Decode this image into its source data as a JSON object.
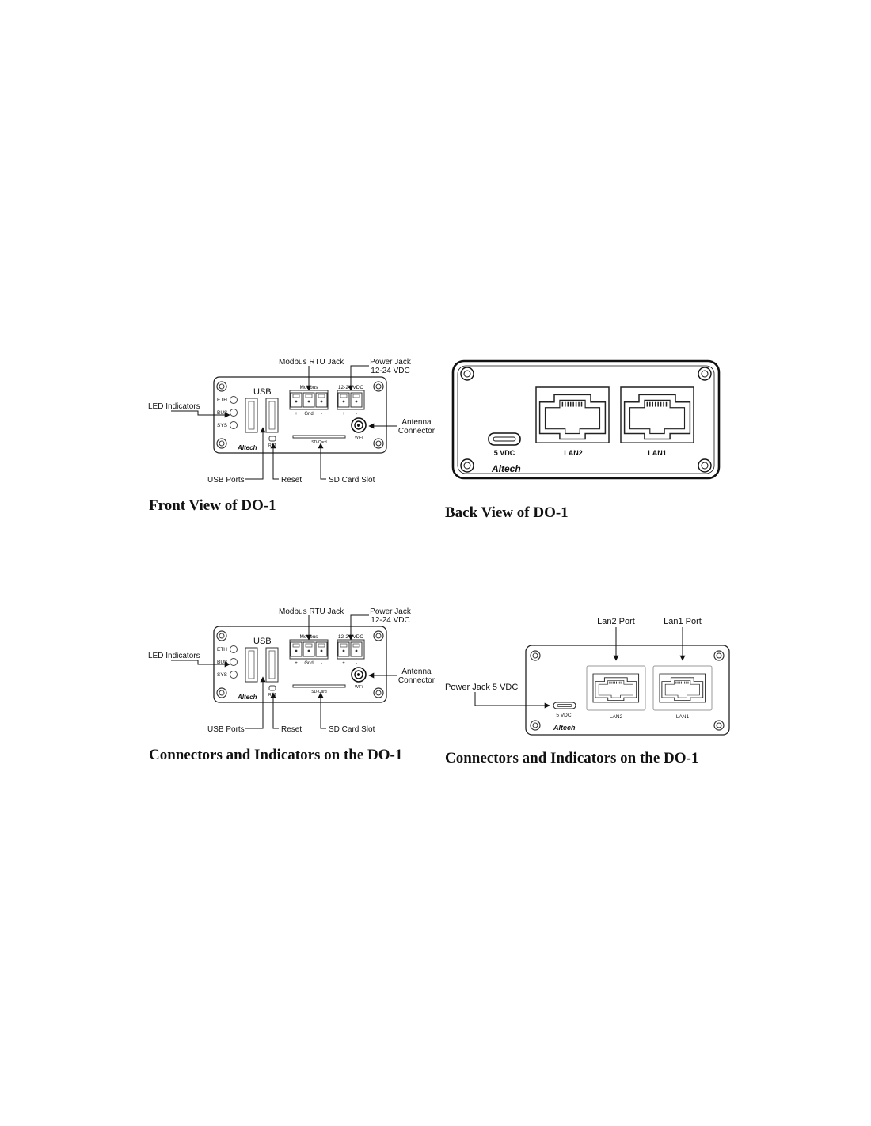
{
  "front_view": {
    "callouts": {
      "modbus_rtu_jack": "Modbus RTU Jack",
      "power_jack_line1": "Power Jack",
      "power_jack_line2": "12-24 VDC",
      "led_indicators": "LED Indicators",
      "antenna_line1": "Antenna",
      "antenna_line2": "Connector",
      "usb_ports": "USB Ports",
      "reset": "Reset",
      "sd_card_slot": "SD Card Slot"
    },
    "panel": {
      "usb": "USB",
      "modbus": "Modbus",
      "modbus_pins": [
        "+",
        "Gnd",
        "-"
      ],
      "power": "12-24 VDC",
      "power_pins": [
        "+",
        "-"
      ],
      "leds": [
        "ETH",
        "BUS",
        "SYS"
      ],
      "rst": "RST",
      "sd_card": "SD-Card",
      "wifi": "WiFi",
      "logo": "Altech"
    }
  },
  "back_view": {
    "power": "5 VDC",
    "lan2": "LAN2",
    "lan1": "LAN1",
    "logo": "Altech"
  },
  "back_view_small": {
    "callouts": {
      "lan2_port": "Lan2 Port",
      "lan1_port": "Lan1 Port",
      "power_jack": "Power Jack 5 VDC"
    },
    "power": "5 VDC",
    "lan2": "LAN2",
    "lan1": "LAN1",
    "logo": "Altech"
  },
  "captions": {
    "front_view": "Front View of DO-1",
    "back_view": "Back View of DO-1",
    "connectors_left": "Connectors and Indicators on the DO-1",
    "connectors_right": "Connectors and Indicators on the DO-1"
  }
}
